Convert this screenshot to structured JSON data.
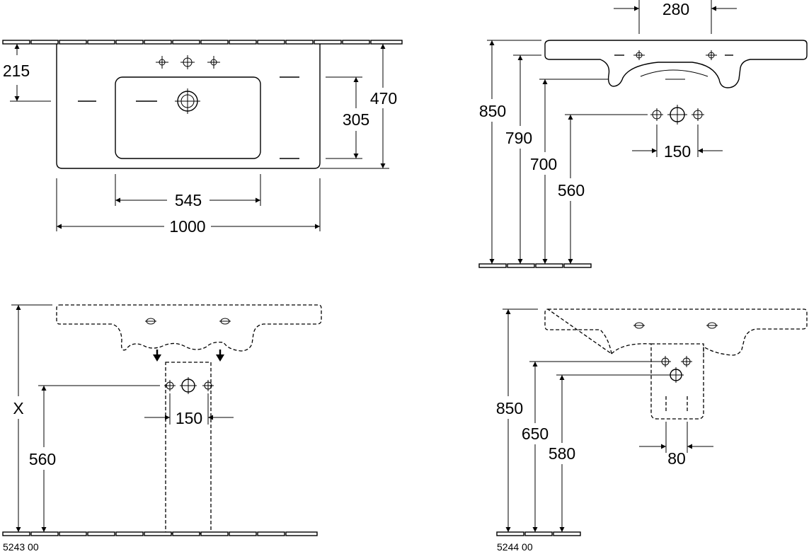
{
  "plan_view": {
    "d_215": "215",
    "d_470": "470",
    "d_305": "305",
    "d_545": "545",
    "d_1000": "1000"
  },
  "side_view": {
    "d_280": "280",
    "d_850": "850",
    "d_790": "790",
    "d_700": "700",
    "d_560": "560",
    "d_150": "150"
  },
  "variant_5243": {
    "d_x": "X",
    "d_560": "560",
    "d_150": "150",
    "code": "5243 00"
  },
  "variant_5244": {
    "d_850": "850",
    "d_650": "650",
    "d_580": "580",
    "d_80": "80",
    "code": "5244 00"
  }
}
